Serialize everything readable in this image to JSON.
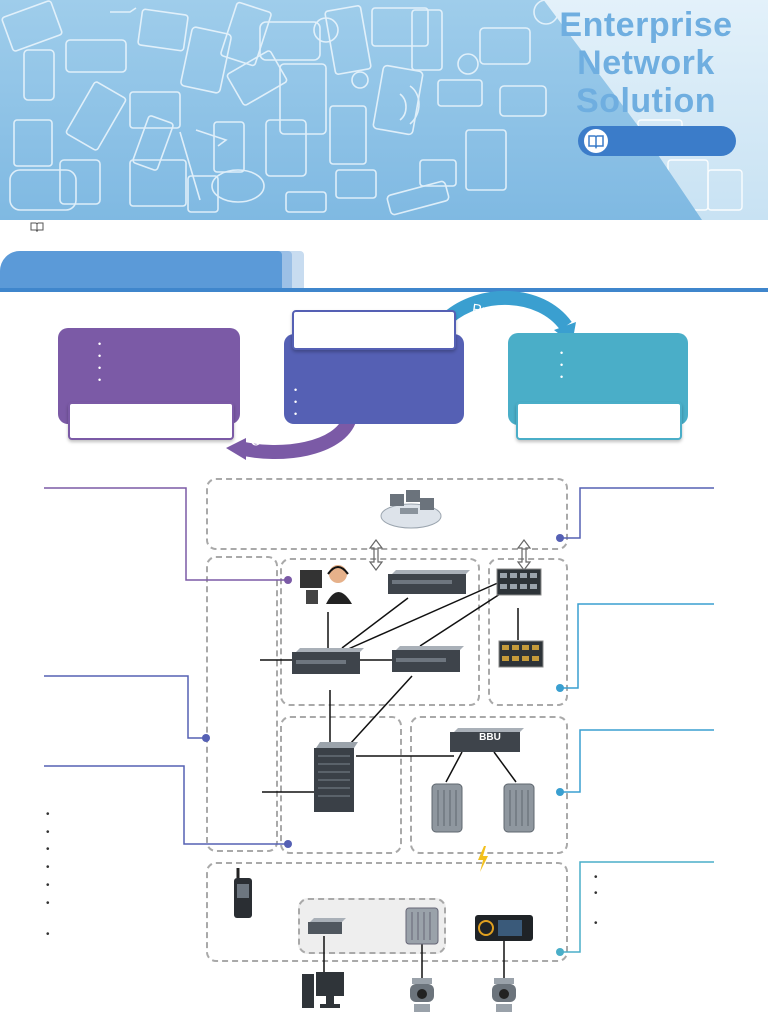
{
  "banner": {
    "title_lines": [
      "Enterprise",
      "Network",
      "Solution"
    ],
    "pill_icon": "book-icon",
    "caption_icon": "book-icon",
    "colors": {
      "background": "#8fc3e8",
      "title": "#6faee0",
      "pill": "#3b7cc9"
    }
  },
  "section_header": {
    "colors": {
      "tab": "#5b9ad8",
      "rule": "#3f86cc"
    }
  },
  "concepts": {
    "left_card": {
      "color": "#7b5aa6",
      "bullet_count": 4
    },
    "center_card": {
      "color": "#5560b4",
      "bullet_count": 3
    },
    "right_card": {
      "color": "#4aaec8",
      "bullet_count": 3
    },
    "arrow_provides": {
      "label": "Provides",
      "color": "#3a9fd0"
    },
    "arrow_orients": {
      "label": "Orients to",
      "color": "#7b5aa6"
    }
  },
  "diagram": {
    "callout_colors": {
      "purple": "#7b5aa6",
      "indigo": "#5560b4",
      "blue": "#3a9fd0",
      "teal": "#4aaec8"
    },
    "bbu_label": "BBU",
    "lightning_icon": "lightning-icon",
    "left_bullet_count": 7,
    "right_bullet_count": 3
  }
}
